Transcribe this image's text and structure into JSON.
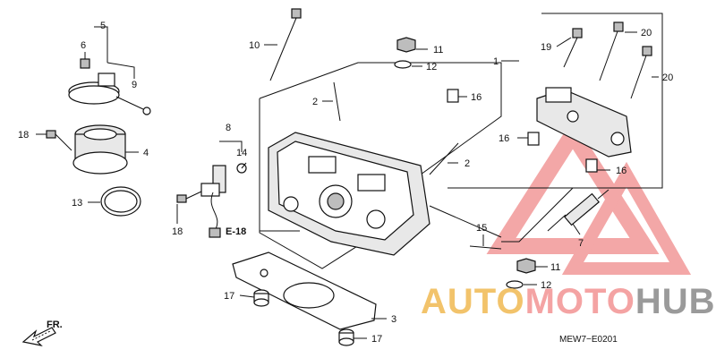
{
  "diagram_code": "MEW7−E0201",
  "ref_label": "E-18",
  "direction_label": "FR.",
  "watermark": {
    "part1": "AUTO",
    "part2": "MOTO",
    "part3": "HUB",
    "color1": "#f2c36b",
    "color2": "#f4a3a3",
    "color3": "#9a9a9a",
    "triangle": "#f08a8a"
  },
  "callouts": [
    "1",
    "2",
    "2",
    "3",
    "4",
    "5",
    "6",
    "7",
    "8",
    "9",
    "10",
    "11",
    "11",
    "12",
    "12",
    "13",
    "14",
    "15",
    "16",
    "16",
    "16",
    "17",
    "17",
    "18",
    "18",
    "19",
    "20",
    "20"
  ]
}
